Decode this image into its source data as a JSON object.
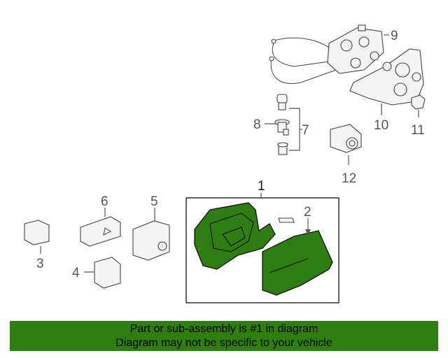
{
  "callouts": {
    "c1": "1",
    "c2": "2",
    "c3": "3",
    "c4": "4",
    "c5": "5",
    "c6": "6",
    "c7": "7",
    "c8": "8",
    "c9": "9",
    "c10": "10",
    "c11": "11",
    "c12": "12"
  },
  "banner": {
    "line1": "Part or sub-assembly is #1 in diagram",
    "line2": "Diagram may not be specific to your vehicle"
  },
  "colors": {
    "highlight": "#2e7d12",
    "banner": "#2f7f10"
  }
}
